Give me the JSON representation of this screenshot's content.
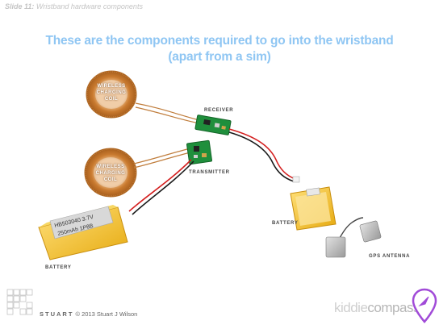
{
  "slide": {
    "number_label": "Slide 11:",
    "title": "Wristband hardware components"
  },
  "headline": {
    "line1": "These are the components required to go into the wristband",
    "line2": "(apart from a sim)"
  },
  "labels": {
    "coil_top": [
      "WIRELESS",
      "CHARGING",
      "COIL"
    ],
    "coil_bottom": [
      "WIRELESS",
      "CHARGING",
      "COIL"
    ],
    "receiver": "RECEIVER",
    "transmitter": "TRANSMITTER",
    "battery_left": "BATTERY",
    "battery_right": "BATTERY",
    "gps_antenna": "GPS ANTENNA"
  },
  "battery_print": {
    "line1": "HB503040 3.7V",
    "line2": "250mAh 1P8B"
  },
  "footer": {
    "brand": "STUART",
    "copyright": "© 2013 Stuart J Wilson",
    "logo_part1": "kiddie",
    "logo_part2": "compass"
  },
  "colors": {
    "headline": "#8fc6f3",
    "copper": "#c87a33",
    "pcb": "#1f8f3c",
    "battery": "#f1c021",
    "pin_marker": "#a14bd8"
  }
}
